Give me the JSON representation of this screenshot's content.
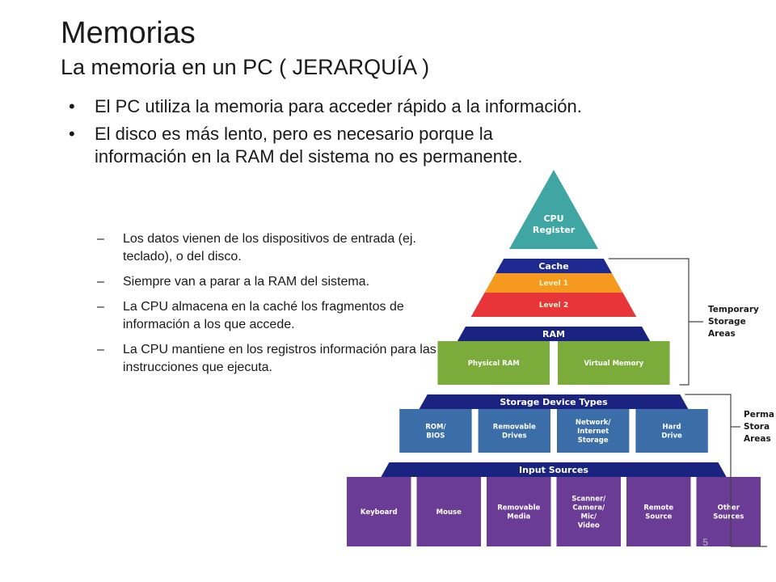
{
  "slide": {
    "title": "Memorias",
    "subtitle": "La memoria en un PC ( JERARQUÍA )",
    "bullets": [
      "El PC utiliza la memoria para acceder rápido a la información.",
      "El disco es más lento, pero es necesario porque la información en la RAM del sistema no es permanente."
    ],
    "sub_bullets": [
      "Los datos vienen de los dispositivos de entrada (ej. teclado), o del disco.",
      "Siempre van a parar a la RAM del sistema.",
      "La CPU almacena en la caché los fragmentos de información a los que accede.",
      "La CPU mantiene en los registros información para las instrucciones que ejecuta."
    ],
    "page_number": "5"
  },
  "pyramid": {
    "tiers": {
      "cpu": [
        "CPU",
        "Register"
      ],
      "cache": {
        "header": "Cache",
        "level1": "Level 1",
        "level2": "Level 2"
      },
      "ram": {
        "header": "RAM",
        "cells": [
          "Physical RAM",
          "Virtual Memory"
        ]
      },
      "storage": {
        "header": "Storage Device Types",
        "cells": [
          [
            "ROM/",
            "BIOS"
          ],
          [
            "Removable",
            "Drives"
          ],
          [
            "Network/",
            "Internet",
            "Storage"
          ],
          [
            "Hard",
            "Drive"
          ]
        ]
      },
      "input": {
        "header": "Input Sources",
        "cells": [
          [
            "Keyboard"
          ],
          [
            "Mouse"
          ],
          [
            "Removable",
            "Media"
          ],
          [
            "Scanner/",
            "Camera/",
            "Mic/",
            "Video"
          ],
          [
            "Remote",
            "Source"
          ],
          [
            "Other",
            "Sources"
          ]
        ]
      }
    },
    "brackets": {
      "temporary": [
        "Temporary",
        "Storage",
        "Areas"
      ],
      "permanent": [
        "Perma",
        "Stora",
        "Areas"
      ]
    }
  },
  "colors": {
    "cpu_teal": "#3fa6a3",
    "cache_header_blue": "#1e2a8f",
    "level1_orange": "#f59a1f",
    "level2_red": "#e8353a",
    "ram_green": "#7bab3a",
    "storage_blue": "#3b6ea9",
    "input_purple": "#6a3c96",
    "header_navy": "#1a2480"
  }
}
